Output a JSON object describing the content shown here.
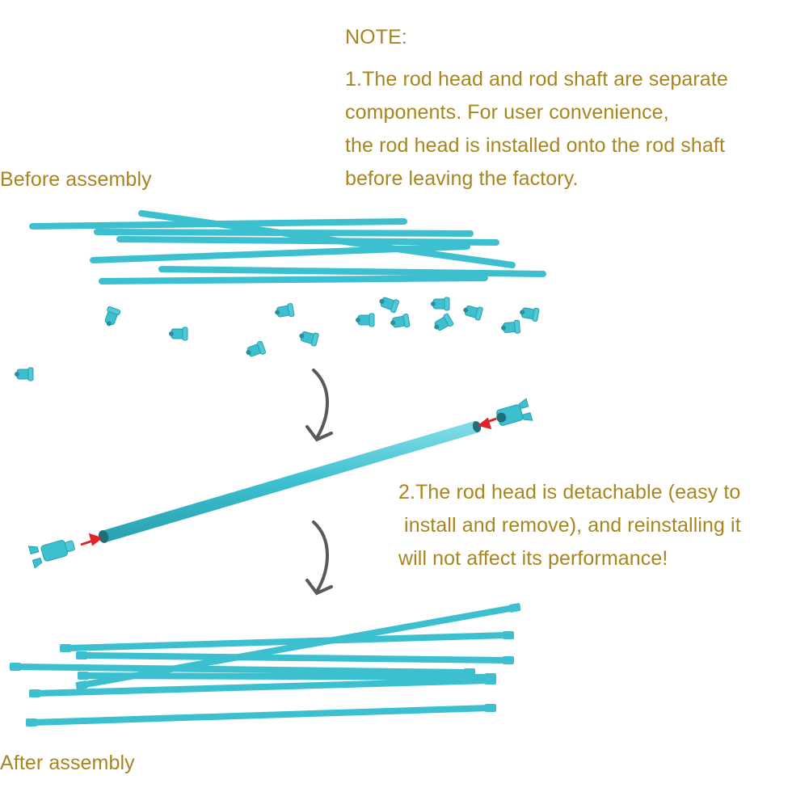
{
  "note": {
    "title": "NOTE:",
    "point1": [
      "1.The rod head and rod shaft are separate",
      "components. For user convenience,",
      "the rod head is installed onto the rod shaft",
      "before leaving the factory."
    ],
    "point2": [
      "2.The rod head is detachable (easy to",
      " install and remove), and reinstalling it",
      "will not affect its performance!"
    ]
  },
  "labels": {
    "before": "Before assembly",
    "after": "After assembly"
  },
  "colors": {
    "text": "#a8861d",
    "rod": "#3cc0cf",
    "arrow": "#5a5a5a",
    "insert_arrow": "#e0232b"
  }
}
